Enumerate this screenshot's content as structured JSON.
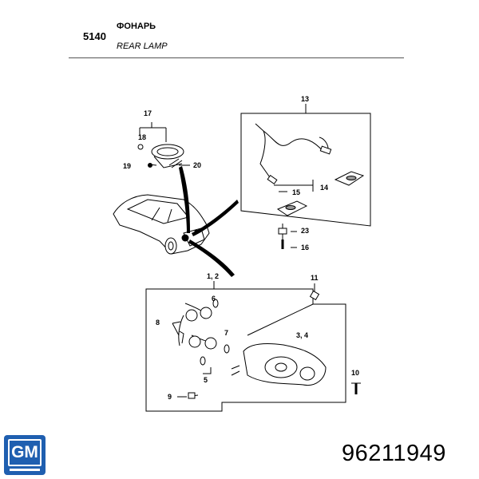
{
  "header": {
    "code": "5140",
    "title_ru": "ФОНАРЬ",
    "title_en": "REAR LAMP"
  },
  "callouts": {
    "c17": "17",
    "c18": "18",
    "c19": "19",
    "c20": "20",
    "c13": "13",
    "c14": "14",
    "c15": "15",
    "c23": "23",
    "c16": "16",
    "c12": "1, 2",
    "c11": "11",
    "c6": "6",
    "c8": "8",
    "c7": "7",
    "c34": "3, 4",
    "c5": "5",
    "c10": "10",
    "c9": "9"
  },
  "logo": {
    "text": "GM",
    "color": "#1f5fb0"
  },
  "part_number": "96211949"
}
